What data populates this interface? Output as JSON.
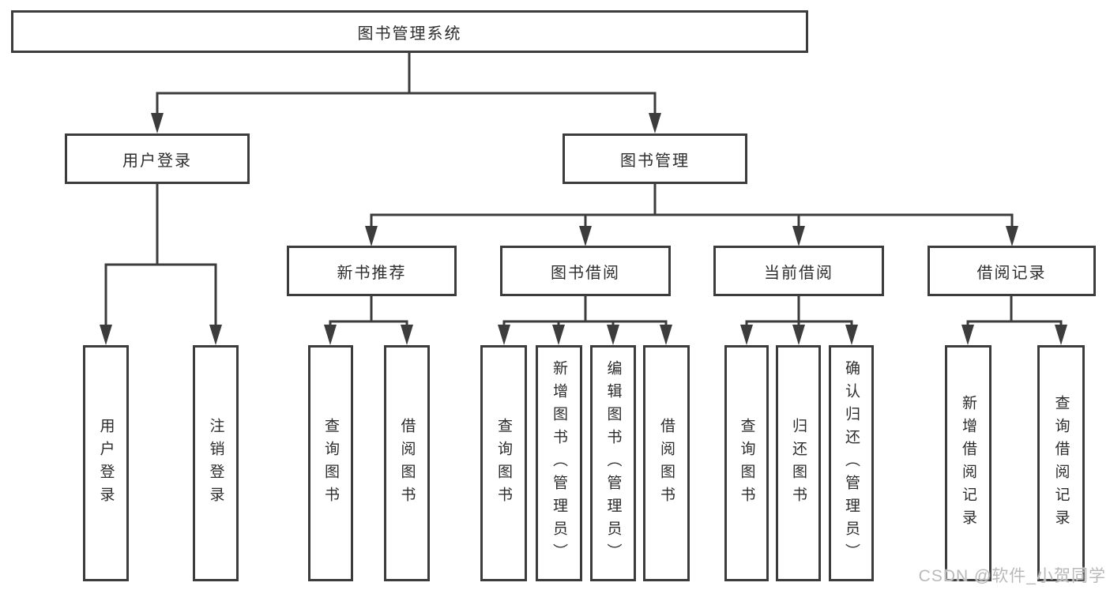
{
  "title": "图书管理系统",
  "level1": {
    "user_login": "用户登录",
    "book_mgmt": "图书管理"
  },
  "level2": {
    "new_books": "新书推荐",
    "borrowing": "图书借阅",
    "current": "当前借阅",
    "records": "借阅记录"
  },
  "leaves": {
    "login": "用户登录",
    "logout": "注销登录",
    "nb_query": "查询图书",
    "nb_borrow": "借阅图书",
    "bw_query": "查询图书",
    "bw_add": "新增图书（管理员）",
    "bw_edit": "编辑图书（管理员）",
    "bw_borrow": "借阅图书",
    "cu_query": "查询图书",
    "cu_return": "归还图书",
    "cu_confirm": "确认归还（管理员）",
    "rc_add": "新增借阅记录",
    "rc_query": "查询借阅记录"
  },
  "watermark": "CSDN @软件_小贺同学",
  "colors": {
    "line": "#3c3c3c",
    "text": "#2d2d2d",
    "watermark": "#b9b9b9",
    "background": "#ffffff"
  }
}
